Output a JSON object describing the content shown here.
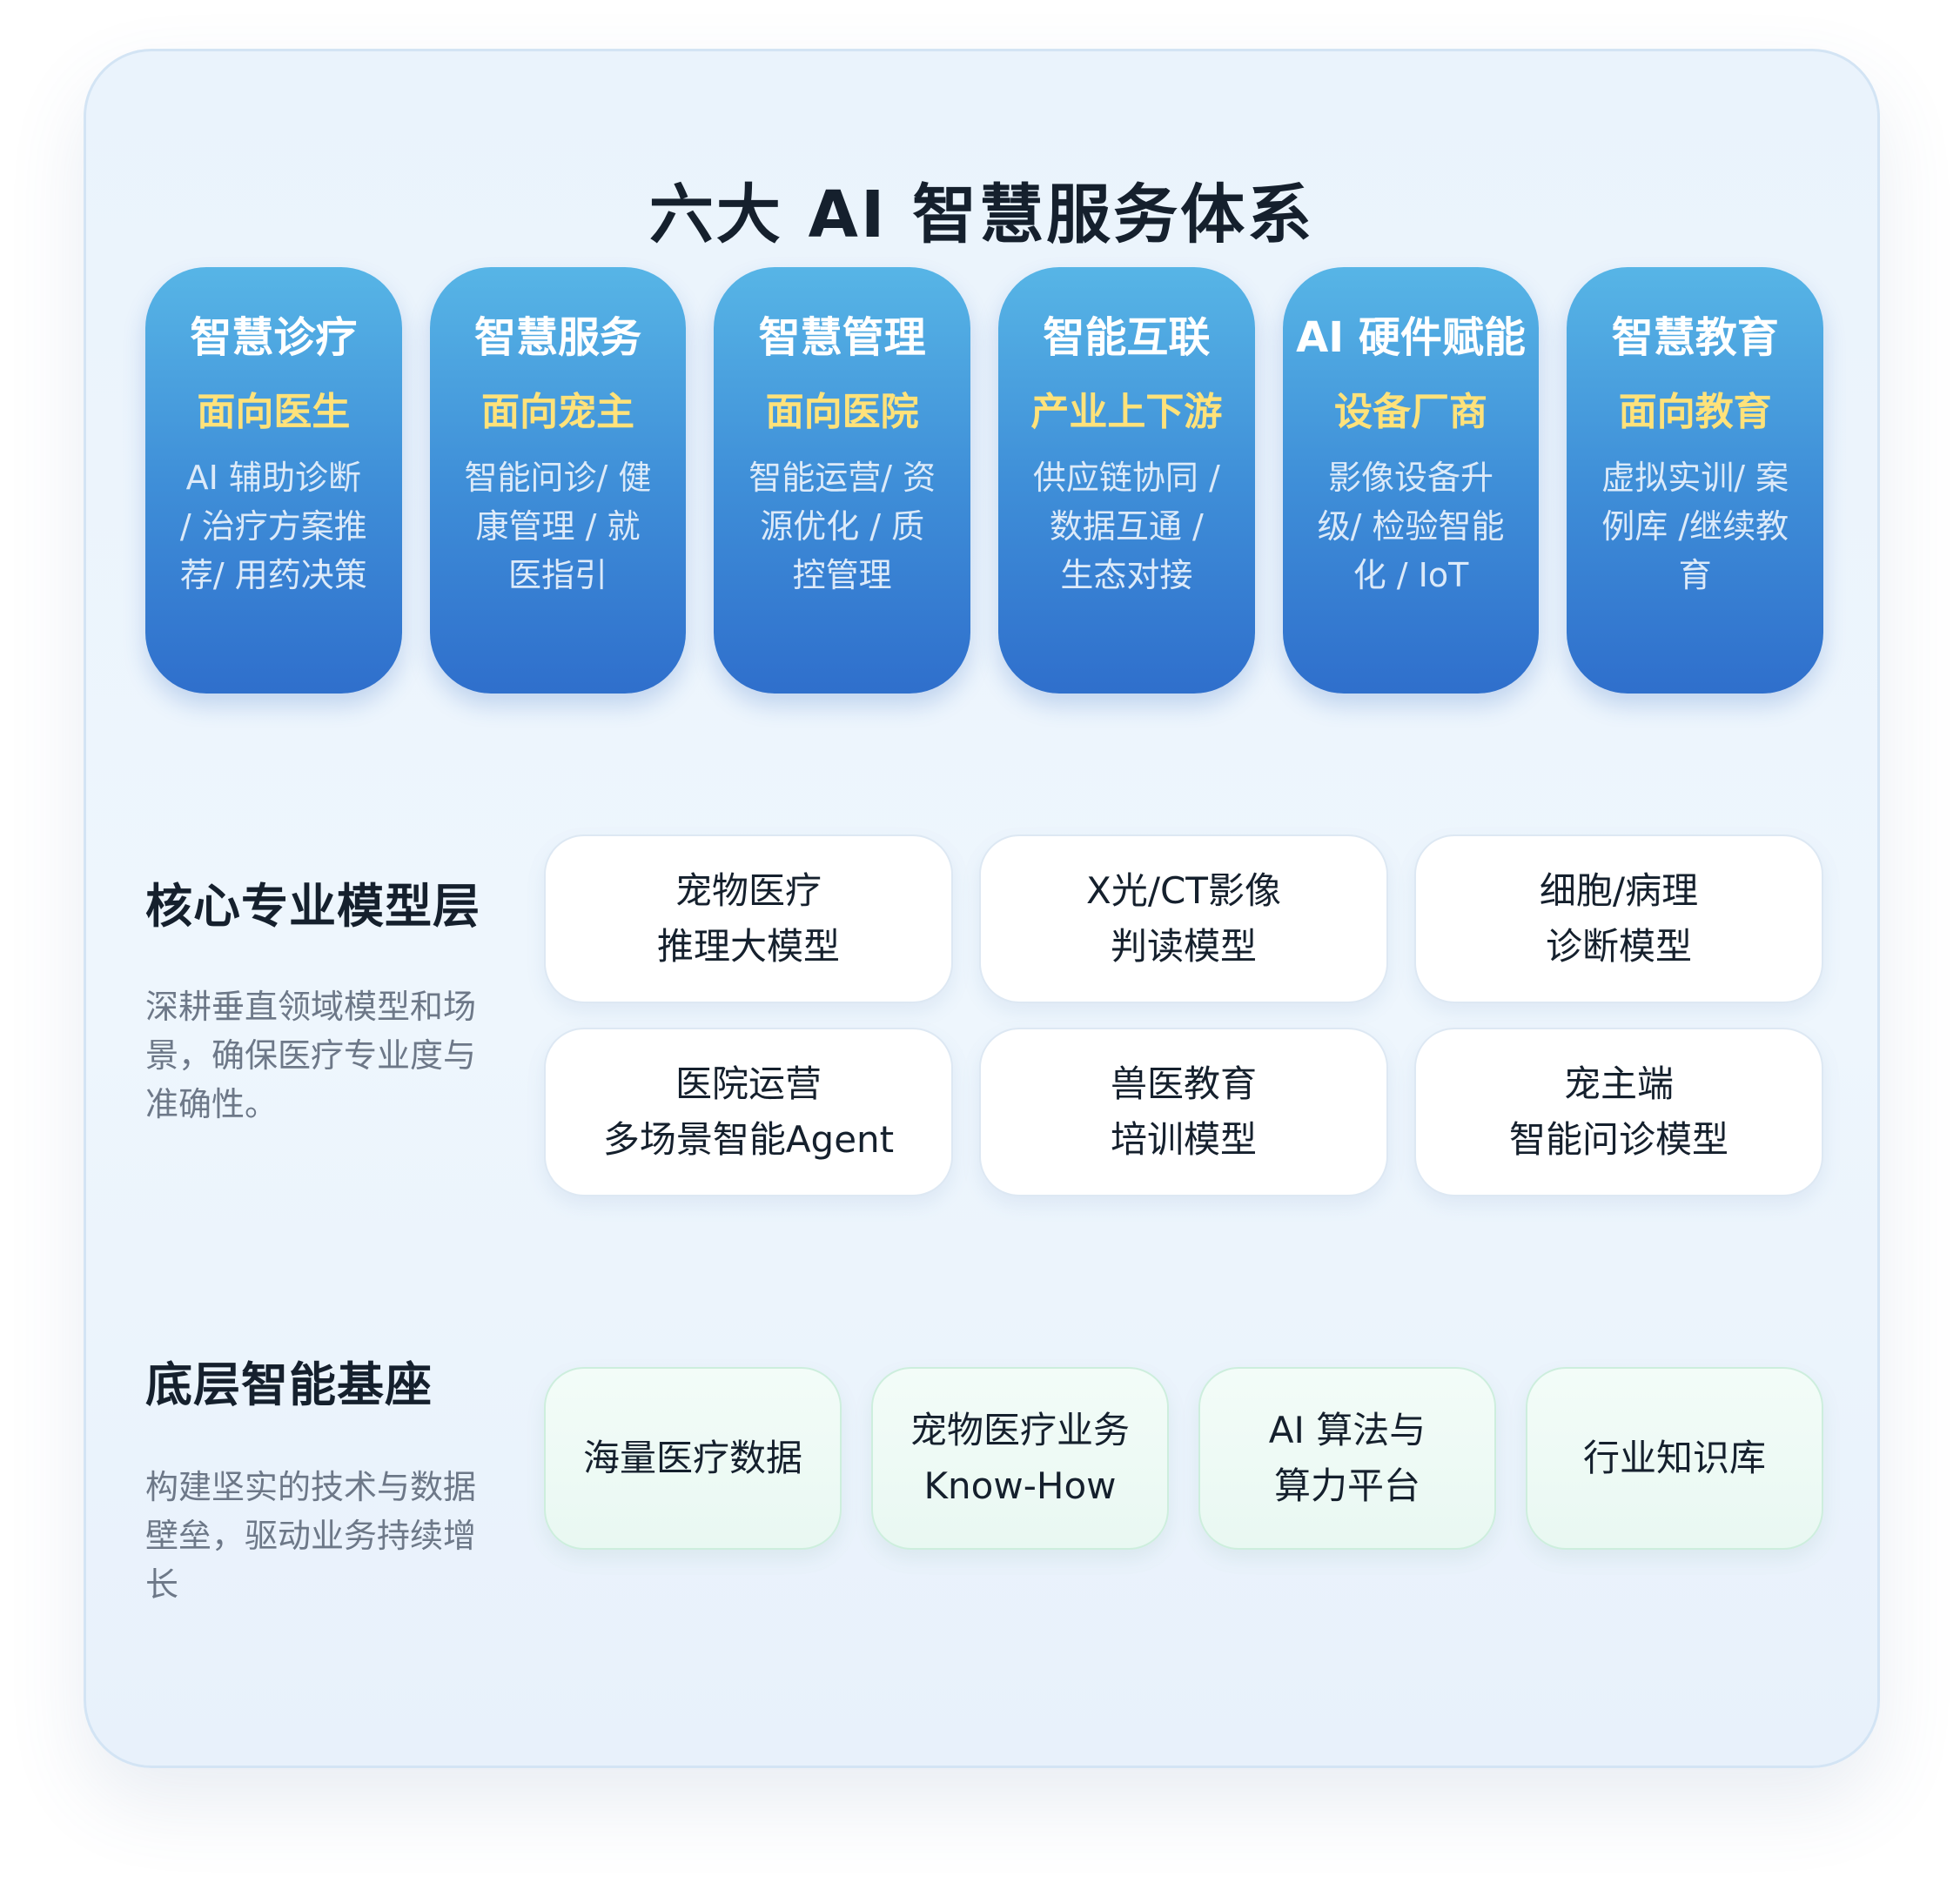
{
  "title": "六大 AI 智慧服务体系",
  "services": [
    {
      "name": "智慧诊疗",
      "audience": "面向医生",
      "desc": "AI 辅助诊断 / 治疗方案推荐/ 用药决策"
    },
    {
      "name": "智慧服务",
      "audience": "面向宠主",
      "desc": "智能问诊/ 健康管理 / 就医指引"
    },
    {
      "name": "智慧管理",
      "audience": "面向医院",
      "desc": "智能运营/ 资源优化 / 质控管理"
    },
    {
      "name": "智能互联",
      "audience": "产业上下游",
      "desc": "供应链协同 / 数据互通 / 生态对接"
    },
    {
      "name": "AI 硬件赋能",
      "audience": "设备厂商",
      "desc": "影像设备升级/ 检验智能化 / IoT"
    },
    {
      "name": "智慧教育",
      "audience": "面向教育",
      "desc": "虚拟实训/ 案例库 /继续教育"
    }
  ],
  "core_layer": {
    "title": "核心专业模型层",
    "desc": "深耕垂直领域模型和场景，确保医疗专业度与准确性。",
    "models": [
      {
        "line1": "宠物医疗",
        "line2": "推理大模型"
      },
      {
        "line1": "X光/CT影像",
        "line2": "判读模型"
      },
      {
        "line1": "细胞/病理",
        "line2": "诊断模型"
      },
      {
        "line1": "医院运营",
        "line2": "多场景智能Agent"
      },
      {
        "line1": "兽医教育",
        "line2": "培训模型"
      },
      {
        "line1": "宠主端",
        "line2": "智能问诊模型"
      }
    ]
  },
  "base_layer": {
    "title": "底层智能基座",
    "desc": "构建坚实的技术与数据壁垒，驱动业务持续增长",
    "items": [
      {
        "line1": "海量医疗数据",
        "line2": ""
      },
      {
        "line1": "宠物医疗业务",
        "line2": "Know-How"
      },
      {
        "line1": "AI 算法与",
        "line2": "算力平台"
      },
      {
        "line1": "行业知识库",
        "line2": ""
      }
    ]
  }
}
